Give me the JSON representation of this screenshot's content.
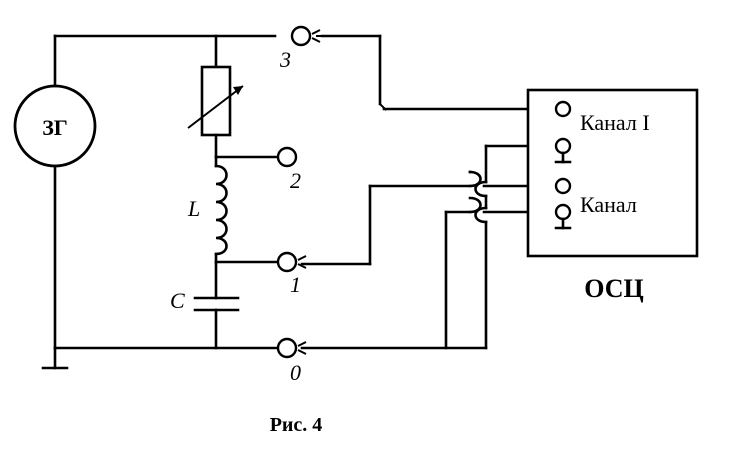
{
  "generator": {
    "label": "ЗГ"
  },
  "components": {
    "inductor_label": "L",
    "capacitor_label": "C"
  },
  "terminals": {
    "t3": "3",
    "t2": "2",
    "t1": "1",
    "t0": "0"
  },
  "oscilloscope": {
    "label": "ОСЦ",
    "channel_1": "Канал I",
    "channel_2": "Канал"
  },
  "caption": "Рис. 4"
}
